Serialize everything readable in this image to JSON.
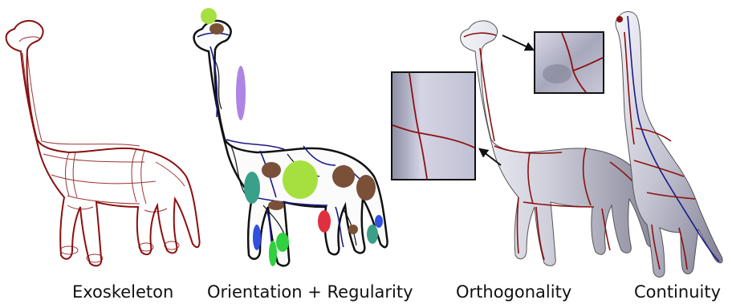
{
  "captions": {
    "exoskeleton": "Exoskeleton",
    "orientation": "Orientation + Regularity",
    "orthogonality": "Orthogonality",
    "continuity": "Continuity"
  },
  "colors": {
    "curve_red": "#8b1010",
    "curve_blue": "#1a1a8a",
    "surface_light": "#e4e4ec",
    "surface_mid": "#b8b8c8",
    "surface_dark": "#808090",
    "inset_border": "#111111",
    "frame_sphere_lime": "#a6e040",
    "frame_sphere_purple": "#a070e0",
    "frame_sphere_brown": "#7a5038",
    "frame_sphere_teal": "#3aa08a",
    "frame_sphere_red": "#e03040",
    "frame_sphere_green": "#30d040",
    "frame_sphere_blue": "#3050e0"
  }
}
